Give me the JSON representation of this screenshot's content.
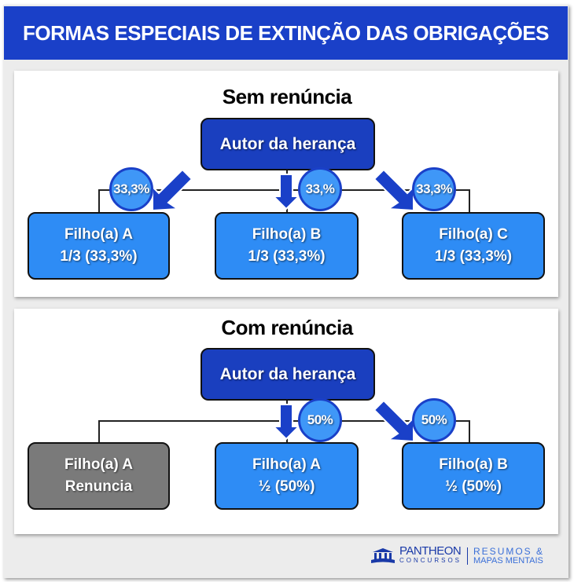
{
  "title": "FORMAS ESPECIAIS DE EXTINÇÃO DAS OBRIGAÇÕES",
  "sem": {
    "title": "Sem renúncia",
    "autor": "Autor da herança",
    "children": [
      {
        "name": "Filho(a) A",
        "share": "1/3 (33,3%)",
        "pct": "33,3%"
      },
      {
        "name": "Filho(a) B",
        "share": "1/3 (33,3%)",
        "pct": "33,%"
      },
      {
        "name": "Filho(a) C",
        "share": "1/3 (33,3%)",
        "pct": "33,3%"
      }
    ]
  },
  "com": {
    "title": "Com renúncia",
    "autor": "Autor da herança",
    "renunciante": {
      "name": "Filho(a) A",
      "status": "Renuncia"
    },
    "children": [
      {
        "name": "Filho(a) A",
        "share": "½ (50%)",
        "pct": "50%"
      },
      {
        "name": "Filho(a) B",
        "share": "½ (50%)",
        "pct": "50%"
      }
    ]
  },
  "logo": {
    "brand": "PANTHEON",
    "sub": "CONCURSOS",
    "tag1": "RESUMOS &",
    "tag2": "MAPAS MENTAIS"
  },
  "colors": {
    "dark_blue": "#1a40c8",
    "light_blue": "#2e8cf5",
    "gray": "#7a7a7a"
  }
}
